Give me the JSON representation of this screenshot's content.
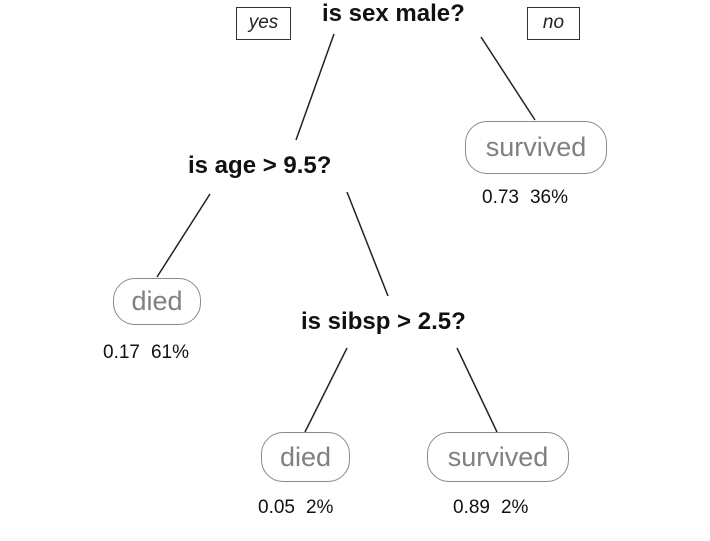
{
  "tree": {
    "branch_tags": {
      "yes": "yes",
      "no": "no"
    },
    "nodes": {
      "root": {
        "question": "is sex male?"
      },
      "age": {
        "question": "is age > 9.5?"
      },
      "sibsp": {
        "question": "is sibsp > 2.5?"
      }
    },
    "leaves": {
      "female": {
        "class": "survived",
        "prob": "0.73",
        "pct": "36%"
      },
      "young": {
        "class": "died",
        "prob": "0.17",
        "pct": "61%"
      },
      "sibsp_yes": {
        "class": "died",
        "prob": "0.05",
        "pct": "2%"
      },
      "sibsp_no": {
        "class": "survived",
        "prob": "0.89",
        "pct": "2%"
      }
    }
  },
  "colors": {
    "edge": "#222222",
    "leaf_border": "#8a8a8a",
    "leaf_text": "#808080"
  }
}
